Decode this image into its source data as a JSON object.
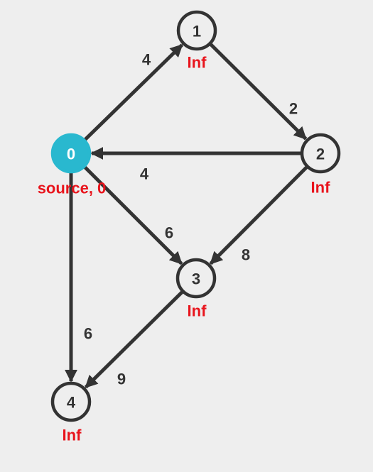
{
  "colors": {
    "background": "#eeeeee",
    "edge": "#333333",
    "source_fill": "#29b8cf",
    "distance_label": "#e8141c"
  },
  "graph": {
    "directed": true,
    "nodes": [
      {
        "id": "0",
        "label": "0",
        "distance": "source, 0",
        "is_source": true
      },
      {
        "id": "1",
        "label": "1",
        "distance": "Inf",
        "is_source": false
      },
      {
        "id": "2",
        "label": "2",
        "distance": "Inf",
        "is_source": false
      },
      {
        "id": "3",
        "label": "3",
        "distance": "Inf",
        "is_source": false
      },
      {
        "id": "4",
        "label": "4",
        "distance": "Inf",
        "is_source": false
      }
    ],
    "edges": [
      {
        "from": "0",
        "to": "1",
        "weight": "4"
      },
      {
        "from": "1",
        "to": "2",
        "weight": "2"
      },
      {
        "from": "2",
        "to": "0",
        "weight": "4"
      },
      {
        "from": "0",
        "to": "3",
        "weight": "6"
      },
      {
        "from": "2",
        "to": "3",
        "weight": "8"
      },
      {
        "from": "0",
        "to": "4",
        "weight": "6"
      },
      {
        "from": "3",
        "to": "4",
        "weight": "9"
      }
    ]
  }
}
